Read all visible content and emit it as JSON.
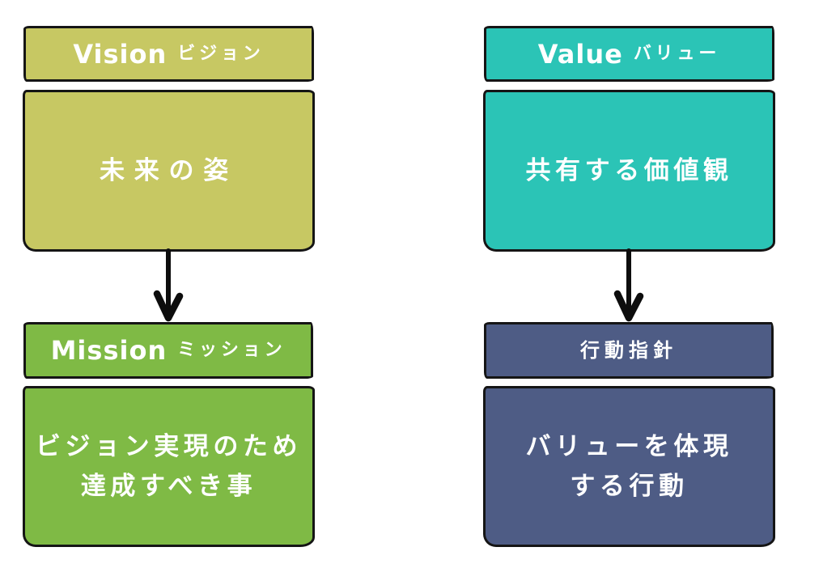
{
  "diagram": {
    "background": "#ffffff",
    "border_color": "#151515",
    "text_color": "#ffffff",
    "arrow_color": "#0d0d0d",
    "boxes": {
      "vision": {
        "title_en": "Vision",
        "title_ja": "ビジョン",
        "body_lines": [
          "未来の姿"
        ],
        "color": "#c7c863"
      },
      "mission": {
        "title_en": "Mission",
        "title_ja": "ミッション",
        "body_lines": [
          "ビジョン実現のため",
          "達成すべき事"
        ],
        "color": "#7fba45"
      },
      "value": {
        "title_en": "Value",
        "title_ja": "バリュー",
        "body_lines": [
          "共有する価値観"
        ],
        "color": "#2bc4b6"
      },
      "action": {
        "title_en": "",
        "title_ja": "行動指針",
        "body_lines": [
          "バリューを体現",
          "する行動"
        ],
        "color": "#4e5c85"
      }
    }
  }
}
